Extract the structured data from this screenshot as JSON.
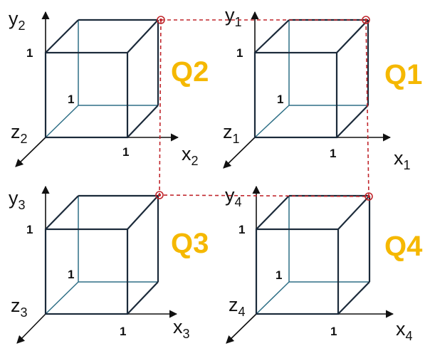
{
  "colors": {
    "quadrant_label": "#F5B800",
    "cube_front": "#1b2a3a",
    "cube_hidden": "#2e6f86",
    "axis": "#111111",
    "dashed_link": "#c0262c"
  },
  "quadrants": [
    {
      "id": "q1",
      "label": "Q1",
      "x_axis": {
        "base": "x",
        "sub": "1"
      },
      "y_axis": {
        "base": "y",
        "sub": "1"
      },
      "z_axis": {
        "base": "z",
        "sub": "1"
      },
      "ticks": {
        "x": "1",
        "y": "1",
        "z": "1"
      }
    },
    {
      "id": "q2",
      "label": "Q2",
      "x_axis": {
        "base": "x",
        "sub": "2"
      },
      "y_axis": {
        "base": "y",
        "sub": "2"
      },
      "z_axis": {
        "base": "z",
        "sub": "2"
      },
      "ticks": {
        "x": "1",
        "y": "1",
        "z": "1"
      }
    },
    {
      "id": "q3",
      "label": "Q3",
      "x_axis": {
        "base": "x",
        "sub": "3"
      },
      "y_axis": {
        "base": "y",
        "sub": "3"
      },
      "z_axis": {
        "base": "z",
        "sub": "3"
      },
      "ticks": {
        "x": "1",
        "y": "1",
        "z": "1"
      }
    },
    {
      "id": "q4",
      "label": "Q4",
      "x_axis": {
        "base": "x",
        "sub": "4"
      },
      "y_axis": {
        "base": "y",
        "sub": "4"
      },
      "z_axis": {
        "base": "z",
        "sub": "4"
      },
      "ticks": {
        "x": "1",
        "y": "1",
        "z": "1"
      }
    }
  ]
}
